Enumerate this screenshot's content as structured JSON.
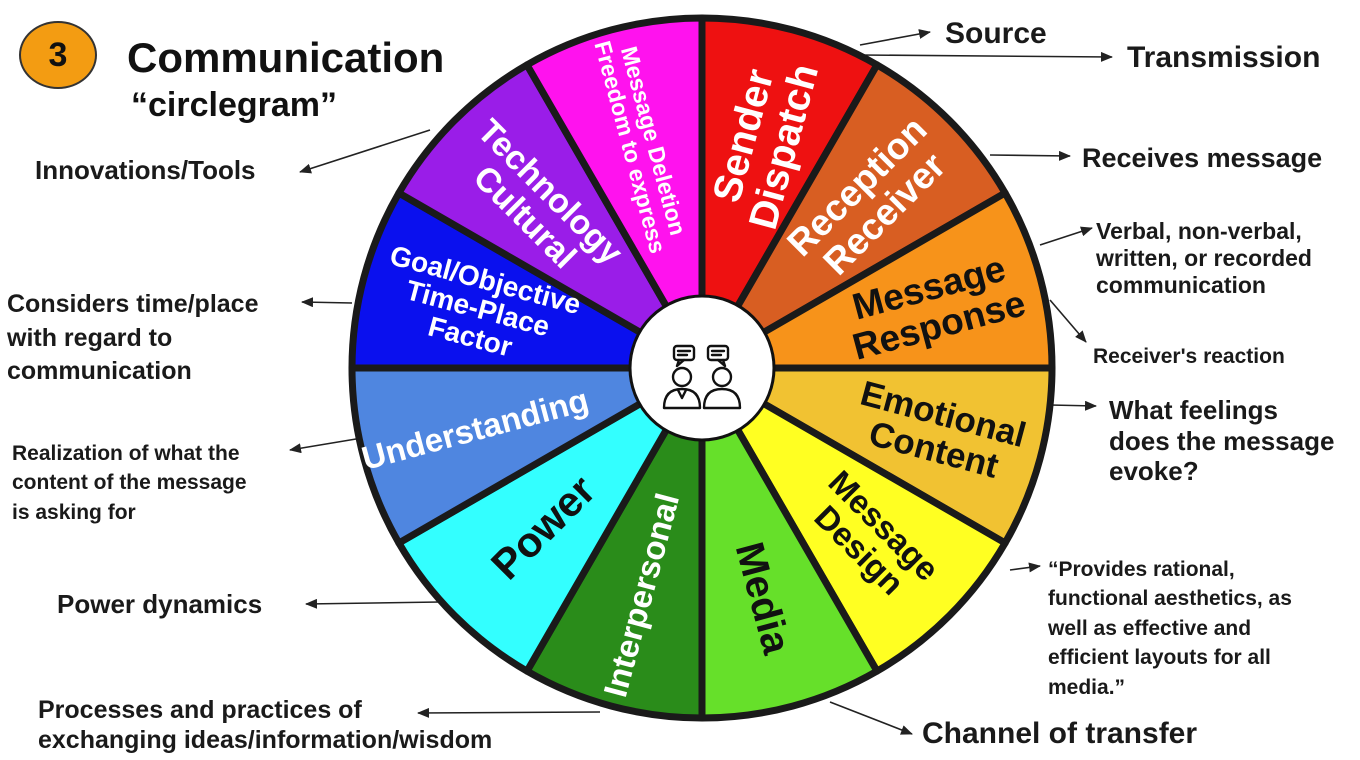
{
  "header": {
    "badge_number": "3",
    "title": "Communication",
    "subtitle": "“circlegram”"
  },
  "center_icon": "conversation-people-icon",
  "wheel": {
    "segments": [
      {
        "id": "sender-dispatch",
        "lines": [
          "Sender",
          "Dispatch"
        ],
        "color": "#ee1111",
        "text_color": "#ffffff"
      },
      {
        "id": "reception-receiver",
        "lines": [
          "Reception",
          "Receiver"
        ],
        "color": "#d85e22",
        "text_color": "#ffffff"
      },
      {
        "id": "message-response",
        "lines": [
          "Message",
          "Response"
        ],
        "color": "#f7931a",
        "text_color": "#111111"
      },
      {
        "id": "emotional-content",
        "lines": [
          "Emotional",
          "Content"
        ],
        "color": "#f1c232",
        "text_color": "#111111"
      },
      {
        "id": "message-design",
        "lines": [
          "Message",
          "Design"
        ],
        "color": "#ffff22",
        "text_color": "#111111"
      },
      {
        "id": "media",
        "lines": [
          "Media"
        ],
        "color": "#66e02a",
        "text_color": "#111111"
      },
      {
        "id": "interpersonal",
        "lines": [
          "Interpersonal"
        ],
        "color": "#2a8c1a",
        "text_color": "#ffffff"
      },
      {
        "id": "power",
        "lines": [
          "Power"
        ],
        "color": "#33ffff",
        "text_color": "#111111"
      },
      {
        "id": "understanding",
        "lines": [
          "Understanding"
        ],
        "color": "#4f86e0",
        "text_color": "#ffffff"
      },
      {
        "id": "goal-time-place",
        "lines": [
          "Goal/Objective",
          "Time-Place",
          "Factor"
        ],
        "color": "#0a10ee",
        "text_color": "#ffffff"
      },
      {
        "id": "technology-cultural",
        "lines": [
          "Technology",
          "Cultural"
        ],
        "color": "#9a1de8",
        "text_color": "#ffffff"
      },
      {
        "id": "message-deletion",
        "lines": [
          "Message Deletion",
          "Freedom to express"
        ],
        "color": "#ff12ee",
        "text_color": "#ffffff"
      }
    ]
  },
  "annotations": [
    {
      "id": "source",
      "text": "Source"
    },
    {
      "id": "transmission",
      "text": "Transmission"
    },
    {
      "id": "receives-message",
      "text": "Receives message"
    },
    {
      "id": "verbal",
      "text": "Verbal, non-verbal,\nwritten, or recorded\ncommunication"
    },
    {
      "id": "receivers-reaction",
      "text": "Receiver's reaction"
    },
    {
      "id": "what-feelings",
      "text": "What feelings\ndoes the message\nevoke?"
    },
    {
      "id": "provides-rational",
      "text": "“Provides rational,\nfunctional aesthetics, as\nwell as effective and\nefficient layouts for all\nmedia.”"
    },
    {
      "id": "channel-of-transfer",
      "text": "Channel of transfer"
    },
    {
      "id": "processes-practices",
      "text": "Processes and practices of\nexchanging ideas/information/wisdom"
    },
    {
      "id": "power-dynamics",
      "text": "Power dynamics"
    },
    {
      "id": "realization",
      "text": "Realization of what the\ncontent of the message\nis asking for"
    },
    {
      "id": "considers-time-place",
      "text": "Considers time/place\nwith regard to\ncommunication"
    },
    {
      "id": "innovations-tools",
      "text": "Innovations/Tools"
    }
  ]
}
